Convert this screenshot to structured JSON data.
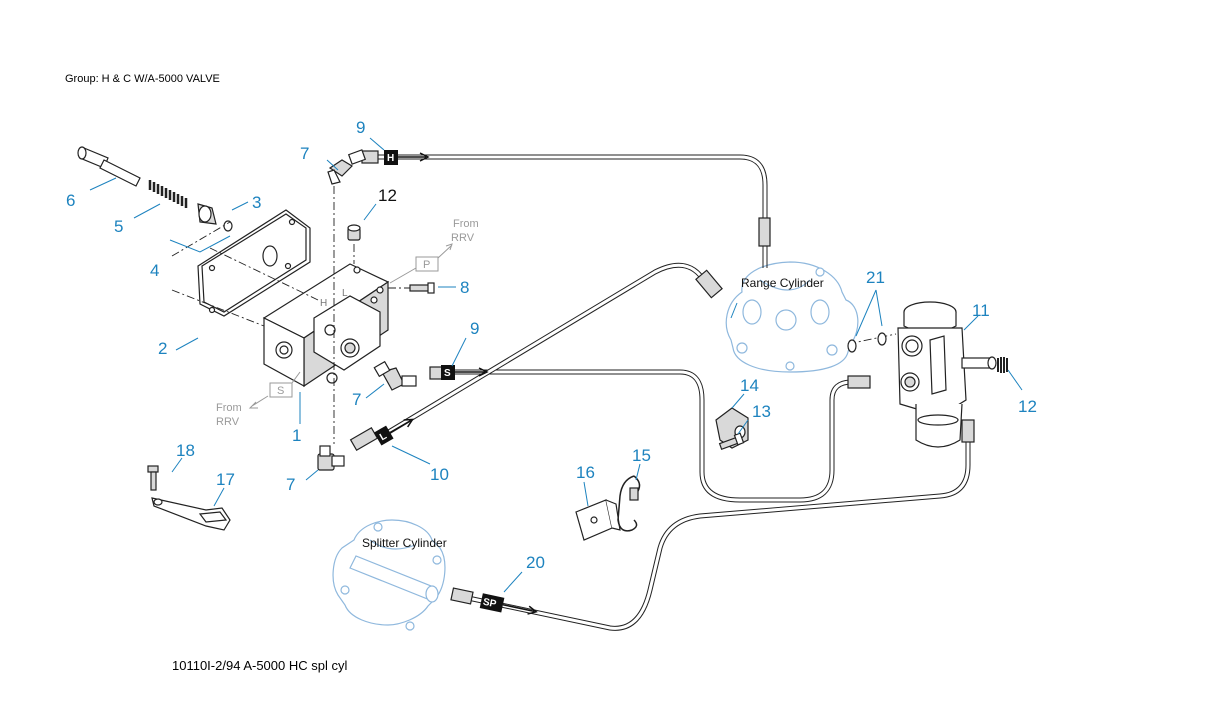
{
  "header": {
    "group_title": "Group: H & C W/A-5000 VALVE"
  },
  "footer": {
    "caption": "10110I-2/94 A-5000 HC spl cyl"
  },
  "labels": {
    "from_rrv_line1": "From",
    "from_rrv_line2": "RRV",
    "from_rrv2_line1": "From",
    "from_rrv2_line2": "RRV",
    "port_p": "P",
    "port_s": "S",
    "port_h": "H",
    "port_l": "L",
    "range_cylinder": "Range Cylinder",
    "splitter_cylinder": "Splitter  Cylinder"
  },
  "hose_tags": {
    "h": "H",
    "s": "S",
    "l": "L",
    "sp": "SP"
  },
  "callouts": {
    "c1": "1",
    "c2": "2",
    "c3": "3",
    "c4": "4",
    "c5": "5",
    "c6": "6",
    "c7a": "7",
    "c7b": "7",
    "c7c": "7",
    "c8": "8",
    "c9a": "9",
    "c9b": "9",
    "c10": "10",
    "c11": "11",
    "c12a": "12",
    "c12b": "12",
    "c13": "13",
    "c14": "14",
    "c15": "15",
    "c16": "16",
    "c17": "17",
    "c18": "18",
    "c20": "20",
    "c21": "21"
  },
  "colors": {
    "callout": "#1d83bf",
    "ghost": "#8fb8dd",
    "line": "#222222",
    "note": "#9a9a9a"
  }
}
